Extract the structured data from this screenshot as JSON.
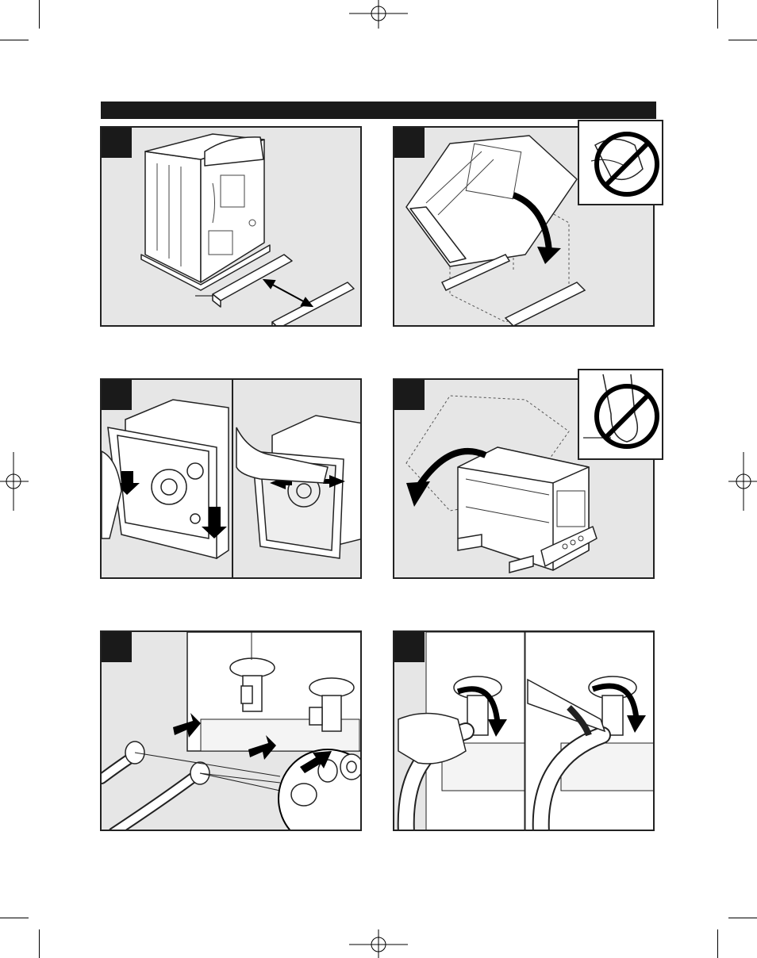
{
  "page": {
    "header_bar_text": "",
    "steps": [
      {
        "id": "1",
        "number": ""
      },
      {
        "id": "2",
        "number": ""
      },
      {
        "id": "3",
        "number": ""
      },
      {
        "id": "4",
        "number": ""
      },
      {
        "id": "5",
        "number": ""
      },
      {
        "id": "6",
        "number": ""
      }
    ],
    "icons": {
      "prohibited": "prohibited-icon",
      "arrow": "arrow-icon"
    },
    "colors": {
      "panel_bg": "#e6e6e6",
      "ink": "#1a1a1a",
      "paper": "#ffffff"
    }
  }
}
